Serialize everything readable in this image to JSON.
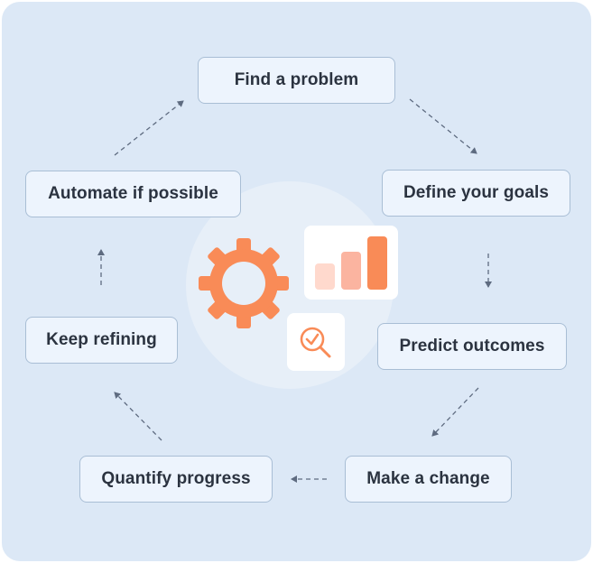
{
  "diagram": {
    "title": "",
    "steps": [
      {
        "id": "find",
        "label": "Find a problem"
      },
      {
        "id": "define",
        "label": "Define your goals"
      },
      {
        "id": "predict",
        "label": "Predict outcomes"
      },
      {
        "id": "change",
        "label": "Make a change"
      },
      {
        "id": "quantify",
        "label": "Quantify progress"
      },
      {
        "id": "refine",
        "label": "Keep refining"
      },
      {
        "id": "automate",
        "label": "Automate if possible"
      }
    ],
    "flow": "cyclic-clockwise",
    "center_icons": [
      "gear-icon",
      "bar-chart-icon",
      "magnifier-check-icon"
    ]
  },
  "colors": {
    "background": "#dce8f6",
    "node_fill": "#edf4fd",
    "node_border": "#a9bed5",
    "text": "#2b3340",
    "arrow": "#5e6b80",
    "accent_orange": "#f98b57",
    "bar_light": "#ffd9cd",
    "bar_mid": "#fbb4a0",
    "bar_strong": "#f98b57"
  }
}
